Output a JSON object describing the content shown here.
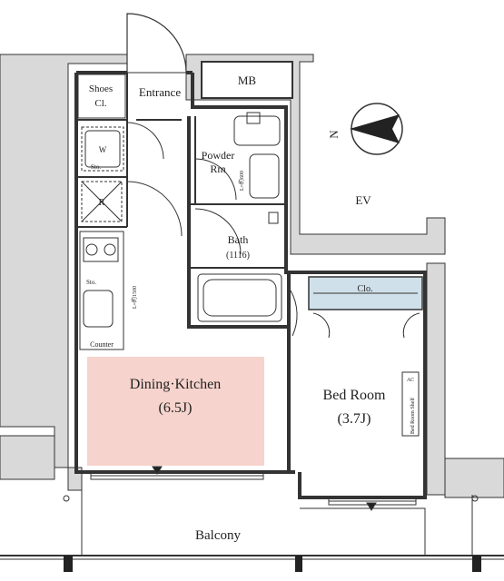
{
  "labels": {
    "mb": "MB",
    "ev": "EV",
    "compass_n": "N",
    "entrance": "Entrance",
    "shoes_cl_line1": "Shoes",
    "shoes_cl_line2": "Cl.",
    "powder_line1": "Powder",
    "powder_line2": "Rm",
    "bath": "Bath",
    "bath_size": "(1116)",
    "dining_kitchen": "Dining·Kitchen",
    "dining_size": "(6.5J)",
    "bed_room": "Bed Room",
    "bed_size": "(3.7J)",
    "closet": "Clo.",
    "balcony": "Balcony",
    "counter": "Counter",
    "wm": "W",
    "shelf_1": "Sto.",
    "shelf_2": "Sto.",
    "kitchen_note": "L=約1500",
    "powder_note": "L=約600",
    "bed_side_note": "Bed Room Shelf",
    "bed_side_tag": "AC"
  },
  "colors": {
    "wall": "#d9d9d9",
    "wall_line": "#333333",
    "dining_fill": "#f6d3cc",
    "closet_fill": "#cfe0ea"
  }
}
